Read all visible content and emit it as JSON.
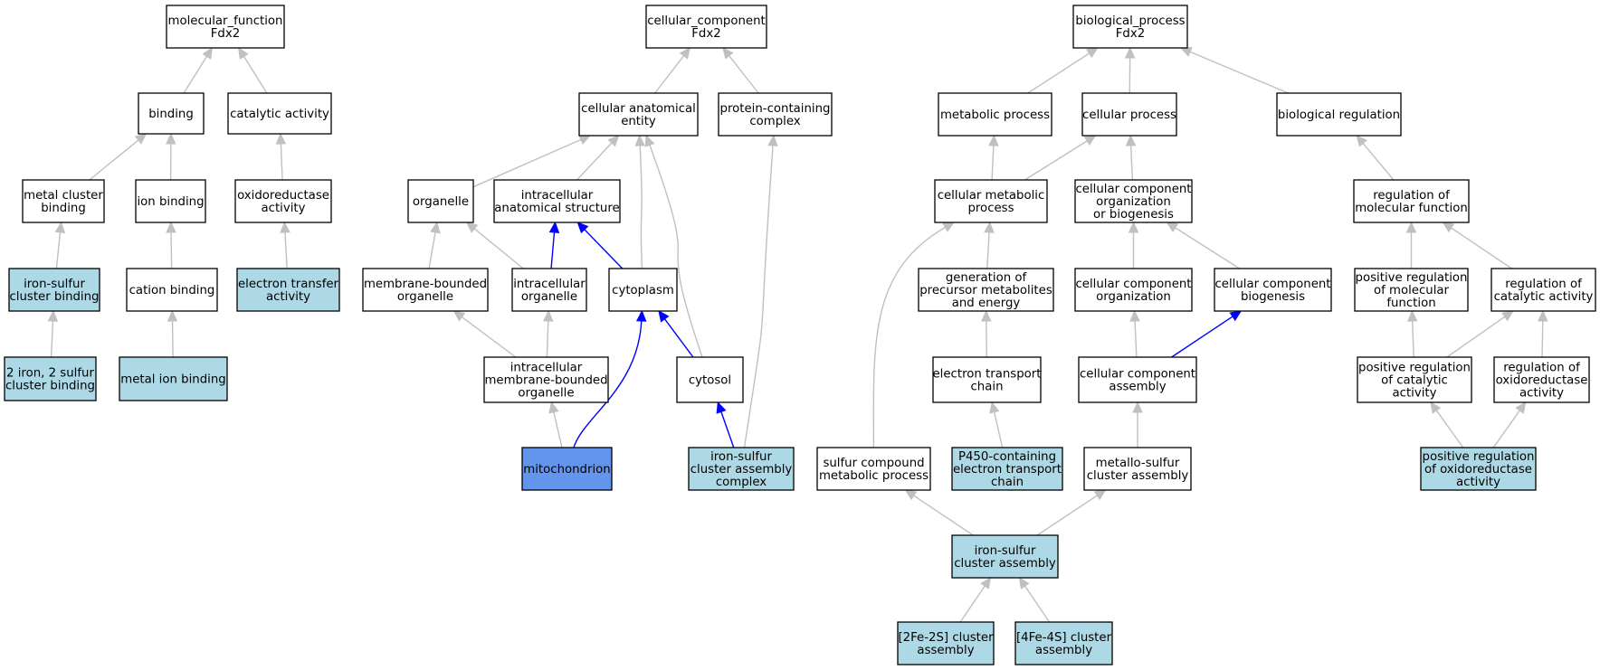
{
  "colors": {
    "plain_node": "#ffffff",
    "annotated_node": "#add8e6",
    "highlighted_node": "#6495ed",
    "edge_default": "#c0c0c0",
    "edge_highlight": "#0000ff"
  },
  "nodes": [
    {
      "id": "mf_root",
      "lines": [
        "molecular_function",
        "Fdx2"
      ],
      "fill": "plain"
    },
    {
      "id": "binding",
      "lines": [
        "binding"
      ],
      "fill": "plain"
    },
    {
      "id": "catalytic_activity",
      "lines": [
        "catalytic activity"
      ],
      "fill": "plain"
    },
    {
      "id": "metal_cluster_binding",
      "lines": [
        "metal cluster",
        "binding"
      ],
      "fill": "plain"
    },
    {
      "id": "ion_binding",
      "lines": [
        "ion binding"
      ],
      "fill": "plain"
    },
    {
      "id": "oxidoreductase_activity",
      "lines": [
        "oxidoreductase",
        "activity"
      ],
      "fill": "plain"
    },
    {
      "id": "iron_sulfur_cluster_binding",
      "lines": [
        "iron-sulfur",
        "cluster binding"
      ],
      "fill": "annotated"
    },
    {
      "id": "cation_binding",
      "lines": [
        "cation binding"
      ],
      "fill": "plain"
    },
    {
      "id": "electron_transfer_activity",
      "lines": [
        "electron transfer",
        "activity"
      ],
      "fill": "annotated"
    },
    {
      "id": "2fe2s_binding",
      "lines": [
        "2 iron, 2 sulfur",
        "cluster binding"
      ],
      "fill": "annotated"
    },
    {
      "id": "metal_ion_binding",
      "lines": [
        "metal ion binding"
      ],
      "fill": "annotated"
    },
    {
      "id": "cc_root",
      "lines": [
        "cellular_component",
        "Fdx2"
      ],
      "fill": "plain"
    },
    {
      "id": "cellular_anatomical_entity",
      "lines": [
        "cellular anatomical",
        "entity"
      ],
      "fill": "plain"
    },
    {
      "id": "protein_containing_complex",
      "lines": [
        "protein-containing",
        "complex"
      ],
      "fill": "plain"
    },
    {
      "id": "organelle",
      "lines": [
        "organelle"
      ],
      "fill": "plain"
    },
    {
      "id": "intracellular_anatomical_structure",
      "lines": [
        "intracellular",
        "anatomical structure"
      ],
      "fill": "plain"
    },
    {
      "id": "membrane_bounded_organelle",
      "lines": [
        "membrane-bounded",
        "organelle"
      ],
      "fill": "plain"
    },
    {
      "id": "intracellular_organelle",
      "lines": [
        "intracellular",
        "organelle"
      ],
      "fill": "plain"
    },
    {
      "id": "cytoplasm",
      "lines": [
        "cytoplasm"
      ],
      "fill": "plain"
    },
    {
      "id": "intracellular_mb_organelle",
      "lines": [
        "intracellular",
        "membrane-bounded",
        "organelle"
      ],
      "fill": "plain"
    },
    {
      "id": "cytosol",
      "lines": [
        "cytosol"
      ],
      "fill": "plain"
    },
    {
      "id": "mitochondrion",
      "lines": [
        "mitochondrion"
      ],
      "fill": "highlighted"
    },
    {
      "id": "iron_sulfur_cluster_assembly_complex",
      "lines": [
        "iron-sulfur",
        "cluster assembly",
        "complex"
      ],
      "fill": "annotated"
    },
    {
      "id": "bp_root",
      "lines": [
        "biological_process",
        "Fdx2"
      ],
      "fill": "plain"
    },
    {
      "id": "metabolic_process",
      "lines": [
        "metabolic process"
      ],
      "fill": "plain"
    },
    {
      "id": "cellular_process",
      "lines": [
        "cellular process"
      ],
      "fill": "plain"
    },
    {
      "id": "biological_regulation",
      "lines": [
        "biological regulation"
      ],
      "fill": "plain"
    },
    {
      "id": "cellular_metabolic_process",
      "lines": [
        "cellular metabolic",
        "process"
      ],
      "fill": "plain"
    },
    {
      "id": "cc_org_or_biogenesis",
      "lines": [
        "cellular component",
        "organization",
        "or biogenesis"
      ],
      "fill": "plain"
    },
    {
      "id": "regulation_molecular_function",
      "lines": [
        "regulation of",
        "molecular function"
      ],
      "fill": "plain"
    },
    {
      "id": "generation_precursor_metabolites",
      "lines": [
        "generation of",
        "precursor metabolites",
        "and energy"
      ],
      "fill": "plain"
    },
    {
      "id": "cc_organization",
      "lines": [
        "cellular component",
        "organization"
      ],
      "fill": "plain"
    },
    {
      "id": "cc_biogenesis",
      "lines": [
        "cellular component",
        "biogenesis"
      ],
      "fill": "plain"
    },
    {
      "id": "pos_reg_molecular_function",
      "lines": [
        "positive regulation",
        "of molecular",
        "function"
      ],
      "fill": "plain"
    },
    {
      "id": "reg_catalytic_activity",
      "lines": [
        "regulation of",
        "catalytic activity"
      ],
      "fill": "plain"
    },
    {
      "id": "electron_transport_chain",
      "lines": [
        "electron transport",
        "chain"
      ],
      "fill": "plain"
    },
    {
      "id": "cc_assembly",
      "lines": [
        "cellular component",
        "assembly"
      ],
      "fill": "plain"
    },
    {
      "id": "pos_reg_catalytic_activity",
      "lines": [
        "positive regulation",
        "of catalytic",
        "activity"
      ],
      "fill": "plain"
    },
    {
      "id": "reg_oxidoreductase_activity",
      "lines": [
        "regulation of",
        "oxidoreductase",
        "activity"
      ],
      "fill": "plain"
    },
    {
      "id": "sulfur_compound_metabolic_process",
      "lines": [
        "sulfur compound",
        "metabolic process"
      ],
      "fill": "plain"
    },
    {
      "id": "p450_etc",
      "lines": [
        "P450-containing",
        "electron transport",
        "chain"
      ],
      "fill": "annotated"
    },
    {
      "id": "metallo_sulfur_cluster_assembly",
      "lines": [
        "metallo-sulfur",
        "cluster assembly"
      ],
      "fill": "plain"
    },
    {
      "id": "pos_reg_oxidoreductase_activity",
      "lines": [
        "positive regulation",
        "of oxidoreductase",
        "activity"
      ],
      "fill": "annotated"
    },
    {
      "id": "iron_sulfur_cluster_assembly",
      "lines": [
        "iron-sulfur",
        "cluster assembly"
      ],
      "fill": "annotated"
    },
    {
      "id": "2fe2s_cluster_assembly",
      "lines": [
        "[2Fe-2S] cluster",
        "assembly"
      ],
      "fill": "annotated"
    },
    {
      "id": "4fe4s_cluster_assembly",
      "lines": [
        "[4Fe-4S] cluster",
        "assembly"
      ],
      "fill": "annotated"
    }
  ],
  "edges": [
    {
      "from": "binding",
      "to": "mf_root",
      "style": "default"
    },
    {
      "from": "catalytic_activity",
      "to": "mf_root",
      "style": "default"
    },
    {
      "from": "metal_cluster_binding",
      "to": "binding",
      "style": "default"
    },
    {
      "from": "ion_binding",
      "to": "binding",
      "style": "default"
    },
    {
      "from": "oxidoreductase_activity",
      "to": "catalytic_activity",
      "style": "default"
    },
    {
      "from": "iron_sulfur_cluster_binding",
      "to": "metal_cluster_binding",
      "style": "default"
    },
    {
      "from": "cation_binding",
      "to": "ion_binding",
      "style": "default"
    },
    {
      "from": "electron_transfer_activity",
      "to": "oxidoreductase_activity",
      "style": "default"
    },
    {
      "from": "2fe2s_binding",
      "to": "iron_sulfur_cluster_binding",
      "style": "default"
    },
    {
      "from": "metal_ion_binding",
      "to": "cation_binding",
      "style": "default"
    },
    {
      "from": "cellular_anatomical_entity",
      "to": "cc_root",
      "style": "default"
    },
    {
      "from": "protein_containing_complex",
      "to": "cc_root",
      "style": "default"
    },
    {
      "from": "organelle",
      "to": "cellular_anatomical_entity",
      "style": "default"
    },
    {
      "from": "intracellular_anatomical_structure",
      "to": "cellular_anatomical_entity",
      "style": "default"
    },
    {
      "from": "cytoplasm",
      "to": "cellular_anatomical_entity",
      "style": "default"
    },
    {
      "from": "cytosol",
      "to": "cellular_anatomical_entity",
      "style": "default"
    },
    {
      "from": "membrane_bounded_organelle",
      "to": "organelle",
      "style": "default"
    },
    {
      "from": "intracellular_organelle",
      "to": "organelle",
      "style": "default"
    },
    {
      "from": "intracellular_organelle",
      "to": "intracellular_anatomical_structure",
      "style": "highlight"
    },
    {
      "from": "cytoplasm",
      "to": "intracellular_anatomical_structure",
      "style": "highlight"
    },
    {
      "from": "intracellular_mb_organelle",
      "to": "membrane_bounded_organelle",
      "style": "default"
    },
    {
      "from": "intracellular_mb_organelle",
      "to": "intracellular_organelle",
      "style": "default"
    },
    {
      "from": "cytosol",
      "to": "cytoplasm",
      "style": "highlight"
    },
    {
      "from": "mitochondrion",
      "to": "cytoplasm",
      "style": "highlight"
    },
    {
      "from": "mitochondrion",
      "to": "intracellular_mb_organelle",
      "style": "default"
    },
    {
      "from": "iron_sulfur_cluster_assembly_complex",
      "to": "cytosol",
      "style": "highlight"
    },
    {
      "from": "iron_sulfur_cluster_assembly_complex",
      "to": "protein_containing_complex",
      "style": "default"
    },
    {
      "from": "metabolic_process",
      "to": "bp_root",
      "style": "default"
    },
    {
      "from": "cellular_process",
      "to": "bp_root",
      "style": "default"
    },
    {
      "from": "biological_regulation",
      "to": "bp_root",
      "style": "default"
    },
    {
      "from": "cellular_metabolic_process",
      "to": "metabolic_process",
      "style": "default"
    },
    {
      "from": "cellular_metabolic_process",
      "to": "cellular_process",
      "style": "default"
    },
    {
      "from": "cc_org_or_biogenesis",
      "to": "cellular_process",
      "style": "default"
    },
    {
      "from": "regulation_molecular_function",
      "to": "biological_regulation",
      "style": "default"
    },
    {
      "from": "generation_precursor_metabolites",
      "to": "cellular_metabolic_process",
      "style": "default"
    },
    {
      "from": "sulfur_compound_metabolic_process",
      "to": "cellular_metabolic_process",
      "style": "default"
    },
    {
      "from": "cc_organization",
      "to": "cc_org_or_biogenesis",
      "style": "default"
    },
    {
      "from": "cc_biogenesis",
      "to": "cc_org_or_biogenesis",
      "style": "default"
    },
    {
      "from": "pos_reg_molecular_function",
      "to": "regulation_molecular_function",
      "style": "default"
    },
    {
      "from": "reg_catalytic_activity",
      "to": "regulation_molecular_function",
      "style": "default"
    },
    {
      "from": "electron_transport_chain",
      "to": "generation_precursor_metabolites",
      "style": "default"
    },
    {
      "from": "cc_assembly",
      "to": "cc_organization",
      "style": "default"
    },
    {
      "from": "cc_assembly",
      "to": "cc_biogenesis",
      "style": "highlight"
    },
    {
      "from": "pos_reg_catalytic_activity",
      "to": "pos_reg_molecular_function",
      "style": "default"
    },
    {
      "from": "pos_reg_catalytic_activity",
      "to": "reg_catalytic_activity",
      "style": "default"
    },
    {
      "from": "reg_oxidoreductase_activity",
      "to": "reg_catalytic_activity",
      "style": "default"
    },
    {
      "from": "p450_etc",
      "to": "electron_transport_chain",
      "style": "default"
    },
    {
      "from": "metallo_sulfur_cluster_assembly",
      "to": "cc_assembly",
      "style": "default"
    },
    {
      "from": "pos_reg_oxidoreductase_activity",
      "to": "pos_reg_catalytic_activity",
      "style": "default"
    },
    {
      "from": "pos_reg_oxidoreductase_activity",
      "to": "reg_oxidoreductase_activity",
      "style": "default"
    },
    {
      "from": "iron_sulfur_cluster_assembly",
      "to": "sulfur_compound_metabolic_process",
      "style": "default"
    },
    {
      "from": "iron_sulfur_cluster_assembly",
      "to": "metallo_sulfur_cluster_assembly",
      "style": "default"
    },
    {
      "from": "2fe2s_cluster_assembly",
      "to": "iron_sulfur_cluster_assembly",
      "style": "default"
    },
    {
      "from": "4fe4s_cluster_assembly",
      "to": "iron_sulfur_cluster_assembly",
      "style": "default"
    }
  ]
}
